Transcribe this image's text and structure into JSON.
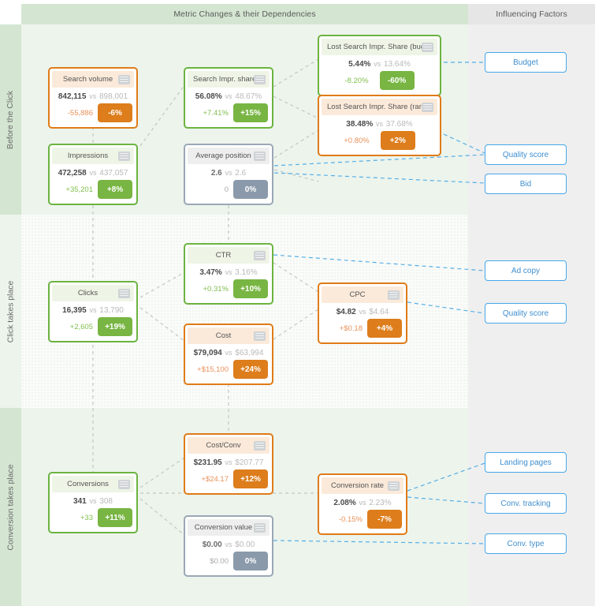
{
  "header": {
    "main_title": "Metric Changes & their Dependencies",
    "right_title": "Influencing Factors"
  },
  "stages": [
    {
      "label": "Before the Click"
    },
    {
      "label": "Click takes place"
    },
    {
      "label": "Conversion takes place"
    }
  ],
  "colors": {
    "positive": "#78b543",
    "negative": "#dd7d1b",
    "neutral": "#8b9aab",
    "factor_border": "#46a7e8",
    "factor_text": "#3f8fd0",
    "band_green": "#ecf4ec",
    "rail_dark": "#d4e6d2"
  },
  "icon_name": "list-icon",
  "vs_label": "vs",
  "cards": [
    {
      "id": "search-volume",
      "title": "Search volume",
      "current": "842,115",
      "previous": "898,001",
      "delta_abs": "-55,886",
      "delta_pct": "-6%",
      "trend": "down"
    },
    {
      "id": "search-impr-share",
      "title": "Search Impr. share",
      "current": "56.08%",
      "previous": "48.67%",
      "delta_abs": "+7.41%",
      "delta_pct": "+15%",
      "trend": "up"
    },
    {
      "id": "lost-is-budget",
      "title": "Lost Search Impr. Share (budget)",
      "current": "5.44%",
      "previous": "13.64%",
      "delta_abs": "-8.20%",
      "delta_pct": "-60%",
      "trend": "up"
    },
    {
      "id": "lost-is-rank",
      "title": "Lost Search Impr. Share (rank)",
      "current": "38.48%",
      "previous": "37.68%",
      "delta_abs": "+0.80%",
      "delta_pct": "+2%",
      "trend": "down"
    },
    {
      "id": "impressions",
      "title": "Impressions",
      "current": "472,258",
      "previous": "437,057",
      "delta_abs": "+35,201",
      "delta_pct": "+8%",
      "trend": "up"
    },
    {
      "id": "average-position",
      "title": "Average position",
      "current": "2.6",
      "previous": "2.6",
      "delta_abs": "0",
      "delta_pct": "0%",
      "trend": "flat"
    },
    {
      "id": "ctr",
      "title": "CTR",
      "current": "3.47%",
      "previous": "3.16%",
      "delta_abs": "+0.31%",
      "delta_pct": "+10%",
      "trend": "up"
    },
    {
      "id": "clicks",
      "title": "Clicks",
      "current": "16,395",
      "previous": "13,790",
      "delta_abs": "+2,605",
      "delta_pct": "+19%",
      "trend": "up"
    },
    {
      "id": "cpc",
      "title": "CPC",
      "current": "$4.82",
      "previous": "$4.64",
      "delta_abs": "+$0.18",
      "delta_pct": "+4%",
      "trend": "down"
    },
    {
      "id": "cost",
      "title": "Cost",
      "current": "$79,094",
      "previous": "$63,994",
      "delta_abs": "+$15,100",
      "delta_pct": "+24%",
      "trend": "down"
    },
    {
      "id": "cost-conv",
      "title": "Cost/Conv",
      "current": "$231.95",
      "previous": "$207.77",
      "delta_abs": "+$24.17",
      "delta_pct": "+12%",
      "trend": "down"
    },
    {
      "id": "conversions",
      "title": "Conversions",
      "current": "341",
      "previous": "308",
      "delta_abs": "+33",
      "delta_pct": "+11%",
      "trend": "up"
    },
    {
      "id": "conversion-rate",
      "title": "Conversion rate",
      "current": "2.08%",
      "previous": "2.23%",
      "delta_abs": "-0.15%",
      "delta_pct": "-7%",
      "trend": "down"
    },
    {
      "id": "conversion-value",
      "title": "Conversion value",
      "current": "$0.00",
      "previous": "$0.00",
      "delta_abs": "$0.00",
      "delta_pct": "0%",
      "trend": "flat"
    }
  ],
  "factors": [
    {
      "id": "budget",
      "label": "Budget"
    },
    {
      "id": "quality-score-top",
      "label": "Quality score"
    },
    {
      "id": "bid",
      "label": "Bid"
    },
    {
      "id": "ad-copy",
      "label": "Ad copy"
    },
    {
      "id": "quality-score-mid",
      "label": "Quality score"
    },
    {
      "id": "landing-pages",
      "label": "Landing pages"
    },
    {
      "id": "conv-tracking",
      "label": "Conv. tracking"
    },
    {
      "id": "conv-type",
      "label": "Conv. type"
    }
  ]
}
